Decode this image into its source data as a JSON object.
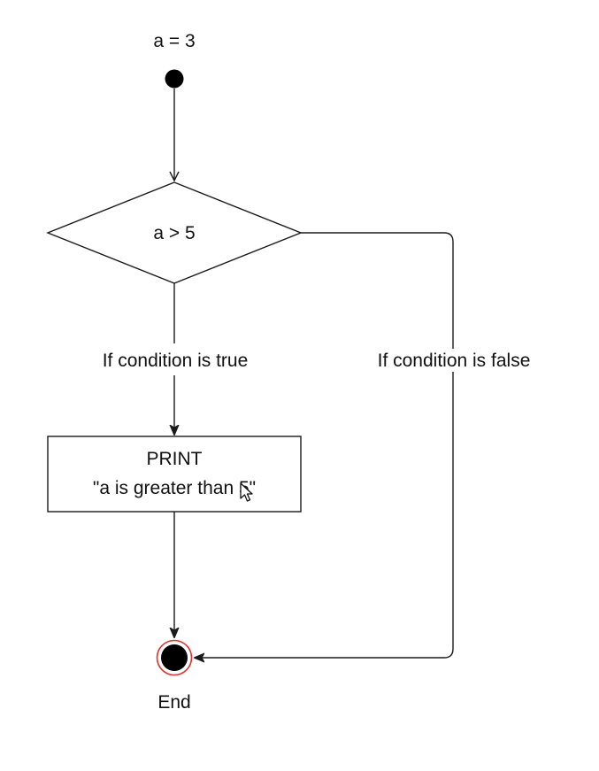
{
  "diagram": {
    "start_label": "a = 3",
    "decision_label": "a > 5",
    "true_branch_label": "If condition is true",
    "false_branch_label": "If condition is false",
    "process_line1": "PRINT",
    "process_line2": "\"a is greater than 5\"",
    "end_label": "End"
  },
  "colors": {
    "line": "#1a1a1a",
    "node_fill": "#000000",
    "end_ring": "#e03030",
    "background": "#ffffff"
  },
  "icons": {
    "cursor": "mouse-pointer-icon"
  }
}
